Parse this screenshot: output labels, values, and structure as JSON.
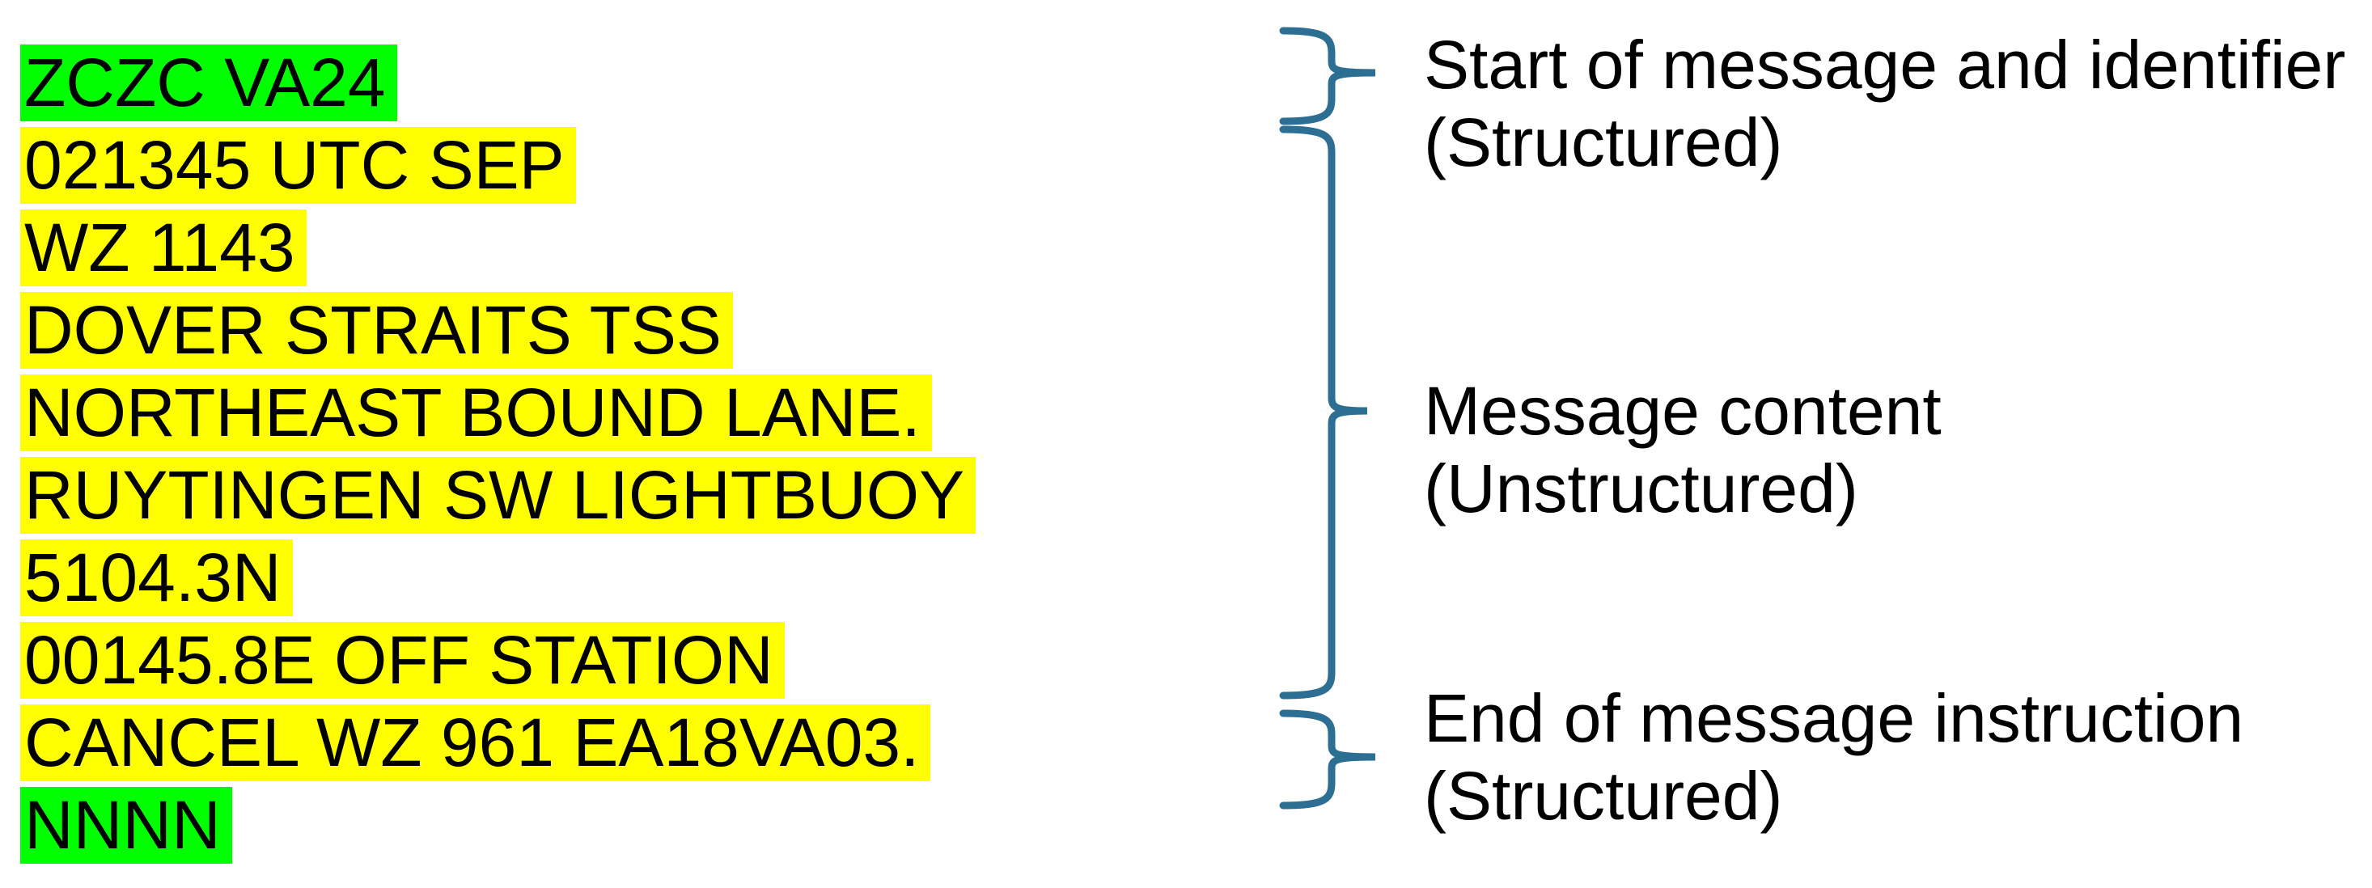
{
  "message": {
    "lines": [
      {
        "text": "ZCZC VA24",
        "highlight": "#00ff00"
      },
      {
        "text": "021345 UTC SEP",
        "highlight": "#ffff00"
      },
      {
        "text": "WZ 1143",
        "highlight": "#ffff00"
      },
      {
        "text": "DOVER STRAITS TSS",
        "highlight": "#ffff00"
      },
      {
        "text": "NORTHEAST BOUND LANE.",
        "highlight": "#ffff00"
      },
      {
        "text": "RUYTINGEN SW LIGHTBUOY",
        "highlight": "#ffff00"
      },
      {
        "text": "5104.3N",
        "highlight": "#ffff00"
      },
      {
        "text": "00145.8E OFF STATION",
        "highlight": "#ffff00"
      },
      {
        "text": "CANCEL WZ 961 EA18VA03.",
        "highlight": "#ffff00"
      },
      {
        "text": "NNNN",
        "highlight": "#00ff00"
      }
    ]
  },
  "annotations": {
    "items": [
      {
        "line1": "Start of message and identifier",
        "line2": "(Structured)"
      },
      {
        "line1": "Message content",
        "line2": "(Unstructured)"
      },
      {
        "line1": "End of message instruction",
        "line2": "(Structured)"
      }
    ]
  },
  "colors": {
    "brace": "#2d6e93",
    "green_highlight": "#00ff00",
    "yellow_highlight": "#ffff00"
  }
}
